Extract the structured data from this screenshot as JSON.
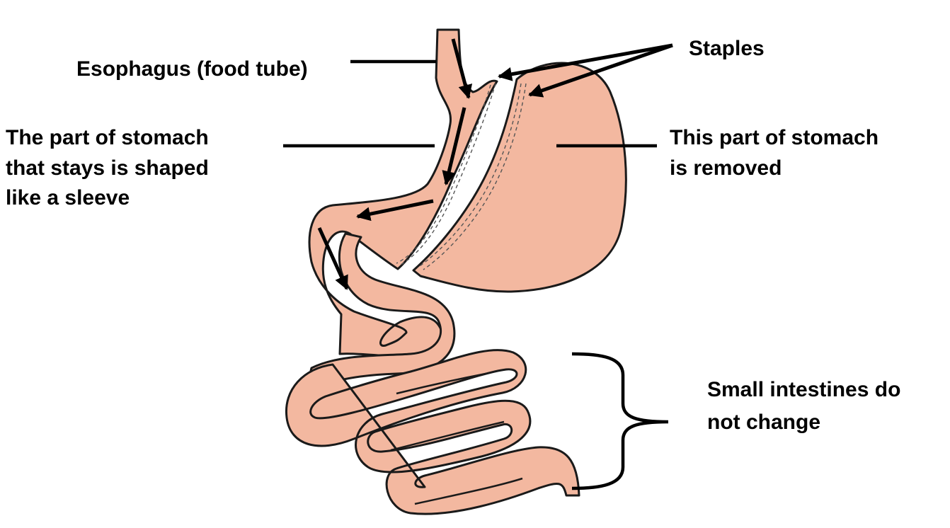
{
  "diagram": {
    "labels": {
      "esophagus": "Esophagus (food tube)",
      "staples": "Staples",
      "sleeve_line1": "The part of stomach",
      "sleeve_line2": "that stays is shaped",
      "sleeve_line3": "like a sleeve",
      "removed_line1": "This part of stomach",
      "removed_line2": "is removed",
      "intestine_line1": "Small intestines do",
      "intestine_line2": "not change"
    },
    "colors": {
      "tissue": "#f3b8a0",
      "outline": "#1a1a1a",
      "text": "#000000",
      "background": "#ffffff"
    }
  }
}
